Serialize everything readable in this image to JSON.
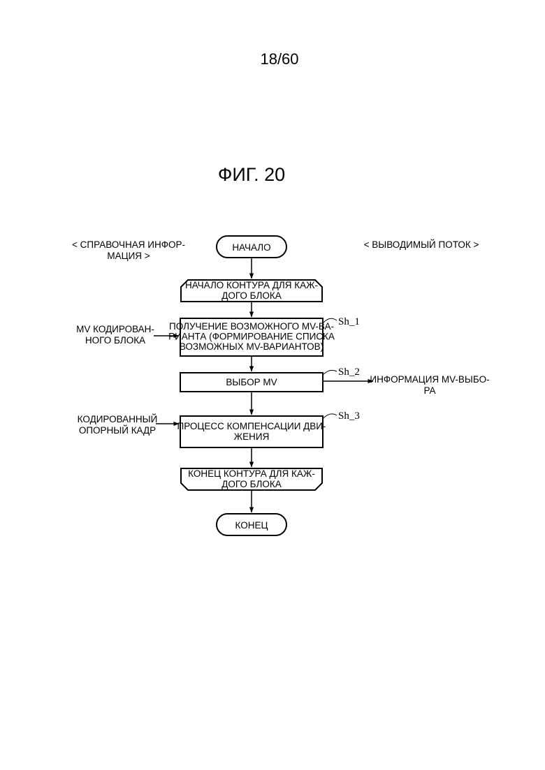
{
  "page": {
    "page_number": "18/60",
    "figure_title": "ФИГ. 20"
  },
  "inputs": {
    "reference_info": [
      "< СПРАВОЧНАЯ ИНФОР-",
      "МАЦИЯ >"
    ],
    "encoded_block_mv": [
      "MV КОДИРОВАН-",
      "НОГО БЛОКА"
    ],
    "encoded_reference_frame": [
      "КОДИРОВАННЫЙ",
      "ОПОРНЫЙ КАДР"
    ]
  },
  "outputs": {
    "output_stream": [
      "< ВЫВОДИМЫЙ ПОТОК >"
    ],
    "mv_selection_info": [
      "ИНФОРМАЦИЯ MV-ВЫБО-",
      "РА"
    ]
  },
  "flow": {
    "start": [
      "НАЧАЛО"
    ],
    "loop_start": [
      "НАЧАЛО КОНТУРА ДЛЯ КАЖ-",
      "ДОГО БЛОКА"
    ],
    "candidate_derivation": [
      "ПОЛУЧЕНИЕ ВОЗМОЖНОГО MV-ВА-",
      "РИАНТА (ФОРМИРОВАНИЕ СПИСКА",
      "ВОЗМОЖНЫХ MV-ВАРИАНТОВ)"
    ],
    "mv_selection": [
      "ВЫБОР MV"
    ],
    "motion_compensation": [
      "ПРОЦЕСС КОМПЕНСАЦИИ ДВИ-",
      "ЖЕНИЯ"
    ],
    "loop_end": [
      "КОНЕЦ КОНТУРА ДЛЯ КАЖ-",
      "ДОГО БЛОКА"
    ],
    "end": [
      "КОНЕЦ"
    ]
  },
  "step_tags": {
    "sh1": "Sh_1",
    "sh2": "Sh_2",
    "sh3": "Sh_3"
  }
}
